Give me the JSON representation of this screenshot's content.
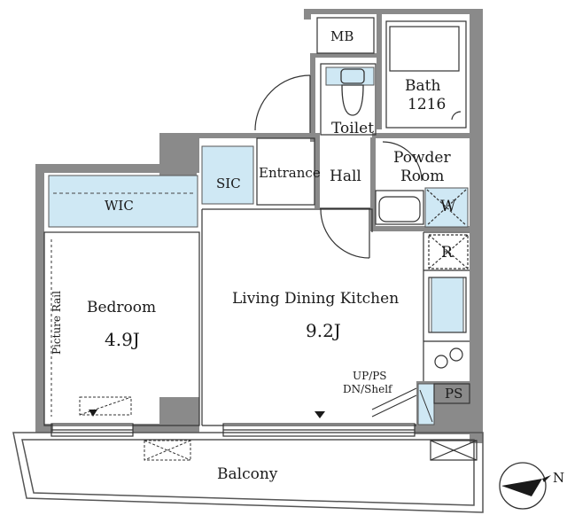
{
  "rooms": {
    "mb": "MB",
    "bath": "Bath",
    "bath_size": "1216",
    "toilet": "Toilet",
    "powder_room_line1": "Powder",
    "powder_room_line2": "Room",
    "hall": "Hall",
    "entrance": "Entrance",
    "sic": "SIC",
    "wic": "WIC",
    "washer": "W",
    "refrigerator": "R",
    "bedroom": "Bedroom",
    "bedroom_size": "4.9J",
    "picture_rail": "Picture Rail",
    "ldk": "Living Dining Kitchen",
    "ldk_size": "9.2J",
    "up_ps": "UP/PS",
    "dn_shelf": "DN/Shelf",
    "ps": "PS",
    "balcony": "Balcony"
  },
  "compass": {
    "north": "N"
  },
  "colors": {
    "wall": "#8a8a8a",
    "storage": "#cfe8f4",
    "line": "#333333"
  }
}
